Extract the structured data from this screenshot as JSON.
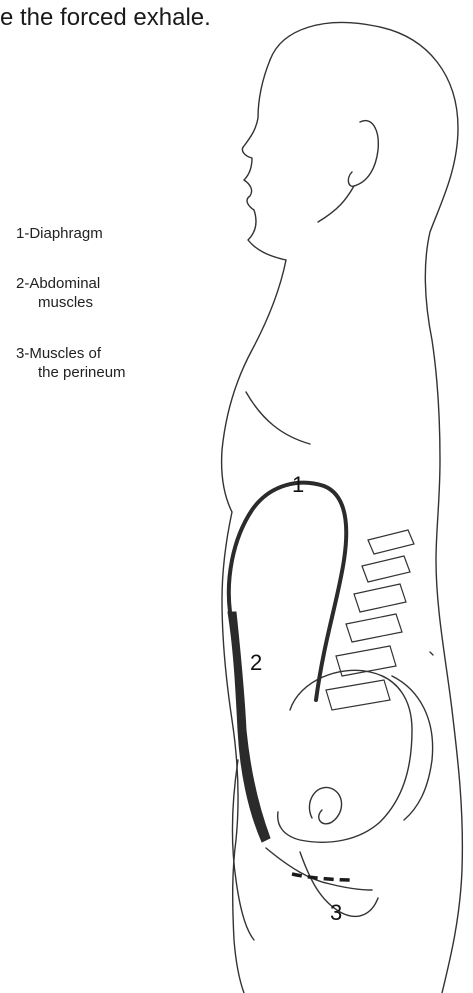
{
  "caption": "e the forced exhale.",
  "legend": {
    "diaphragm": "1-Diaphragm",
    "abdominal_line1": "2-Abdominal",
    "abdominal_line2": "muscles",
    "perineum_line1": "3-Muscles of",
    "perineum_line2": "the perineum"
  },
  "markers": {
    "m1": "1",
    "m2": "2",
    "m3": "3"
  },
  "colors": {
    "outline": "#333333",
    "muscle": "#2b2b2b"
  }
}
